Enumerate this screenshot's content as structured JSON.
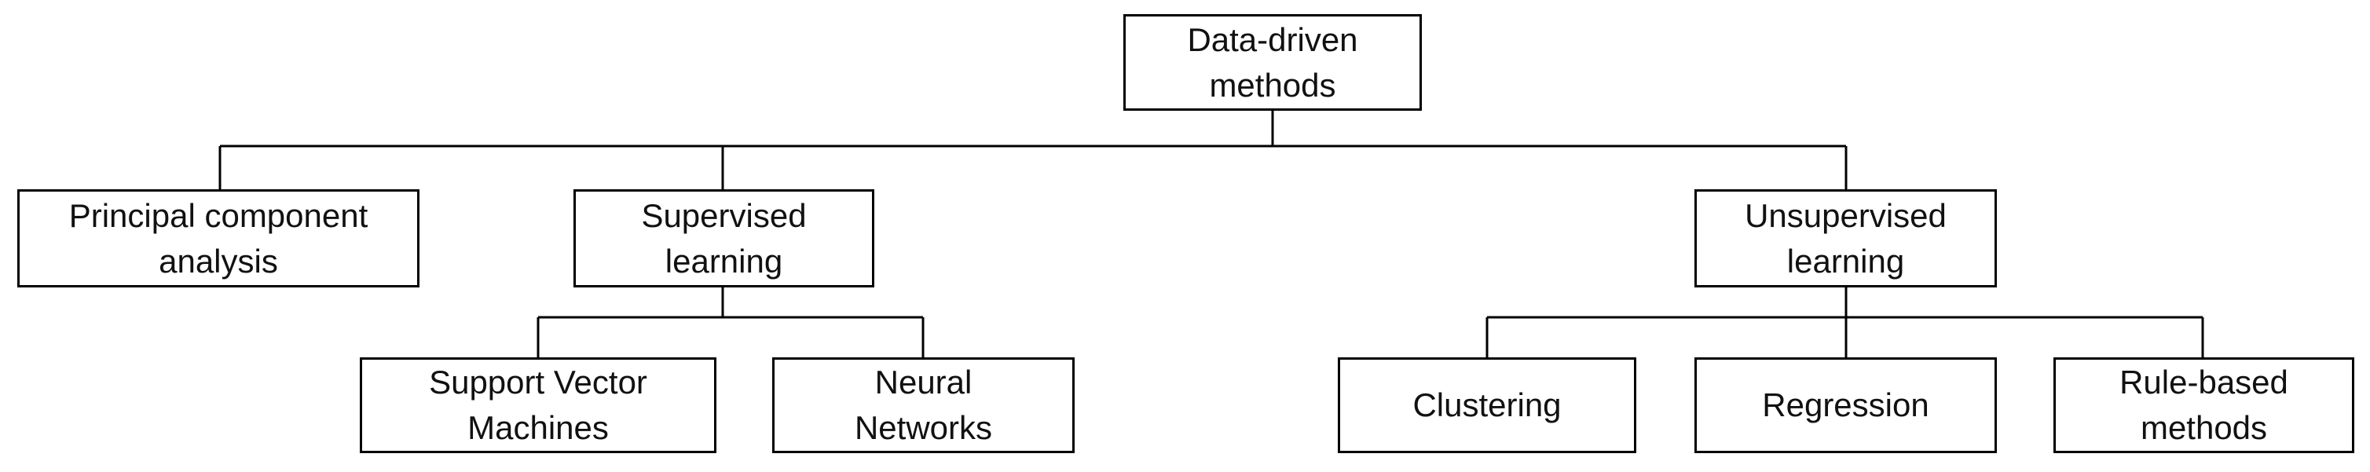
{
  "nodes": {
    "root": {
      "label": "Data-driven\nmethods"
    },
    "pca": {
      "label": "Principal component\nanalysis"
    },
    "supervised": {
      "label": "Supervised\nlearning"
    },
    "unsupervised": {
      "label": "Unsupervised\nlearning"
    },
    "svm": {
      "label": "Support Vector\nMachines"
    },
    "nn": {
      "label": "Neural\nNetworks"
    },
    "clustering": {
      "label": "Clustering"
    },
    "regression": {
      "label": "Regression"
    },
    "rule_based": {
      "label": "Rule-based\nmethods"
    }
  },
  "edges": [
    {
      "from": "root",
      "to": "pca"
    },
    {
      "from": "root",
      "to": "supervised"
    },
    {
      "from": "root",
      "to": "unsupervised"
    },
    {
      "from": "supervised",
      "to": "svm"
    },
    {
      "from": "supervised",
      "to": "nn"
    },
    {
      "from": "unsupervised",
      "to": "clustering"
    },
    {
      "from": "unsupervised",
      "to": "regression"
    },
    {
      "from": "unsupervised",
      "to": "rule_based"
    }
  ],
  "colors": {
    "stroke": "#000000",
    "text": "#111111",
    "background": "#ffffff"
  }
}
